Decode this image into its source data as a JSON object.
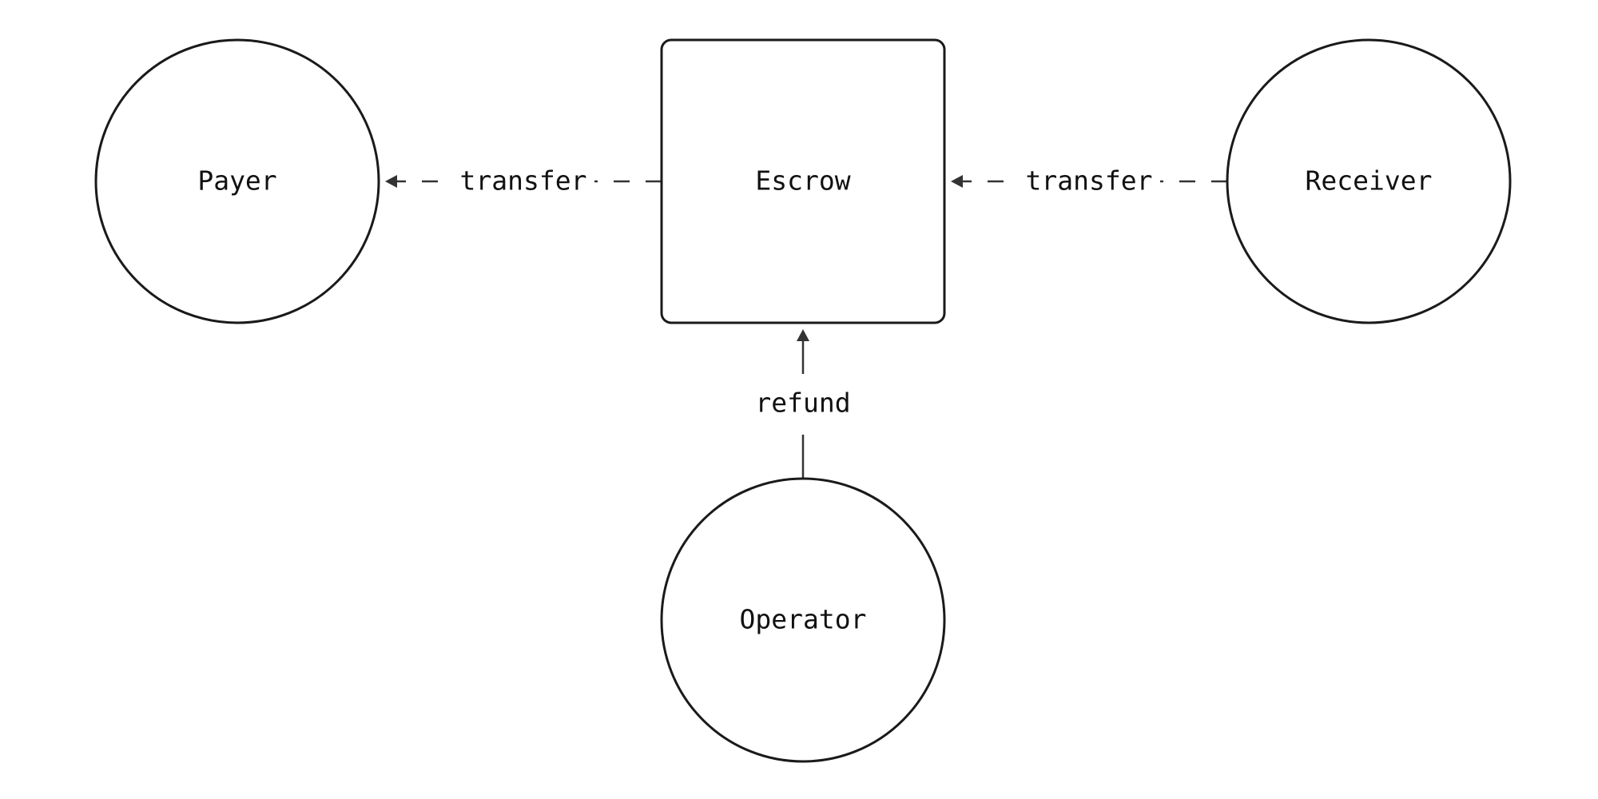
{
  "nodes": {
    "payer": {
      "label": "Payer",
      "shape": "circle"
    },
    "escrow": {
      "label": "Escrow",
      "shape": "rounded-rectangle"
    },
    "receiver": {
      "label": "Receiver",
      "shape": "circle"
    },
    "operator": {
      "label": "Operator",
      "shape": "circle"
    }
  },
  "edges": {
    "escrow_to_payer": {
      "label": "transfer",
      "style": "dashed",
      "from": "Escrow",
      "to": "Payer"
    },
    "receiver_to_escrow": {
      "label": "transfer",
      "style": "dashed",
      "from": "Receiver",
      "to": "Escrow"
    },
    "operator_to_escrow": {
      "label": "refund",
      "style": "solid",
      "from": "Operator",
      "to": "Escrow"
    }
  },
  "colors": {
    "stroke": "#1a1a1a",
    "edge": "#333333",
    "background": "#ffffff"
  }
}
